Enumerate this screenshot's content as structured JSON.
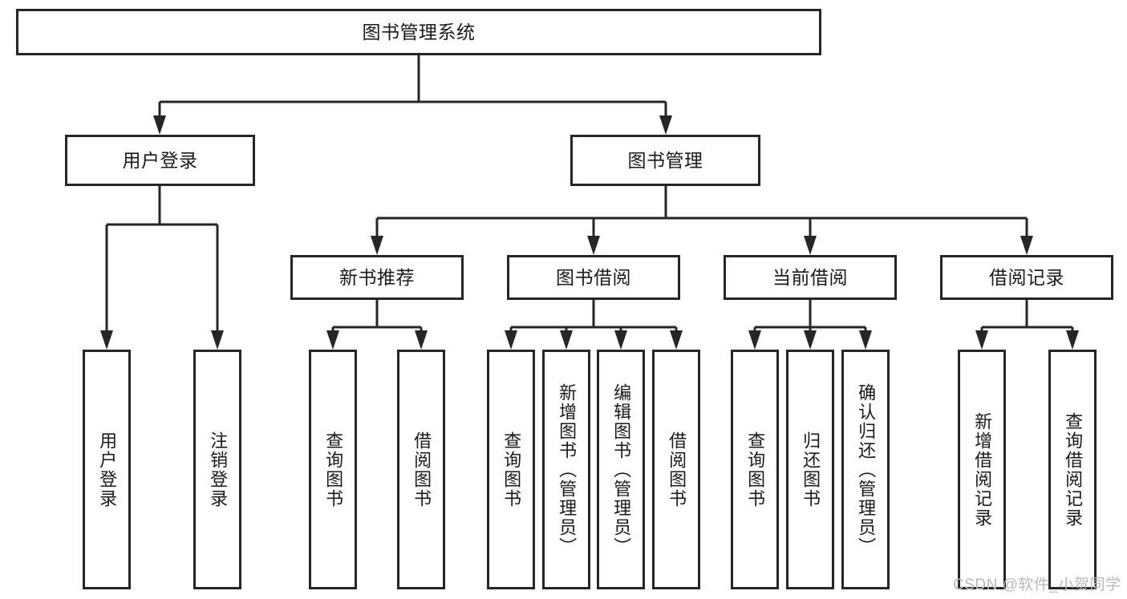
{
  "diagram": {
    "type": "tree",
    "title": "图书管理系统",
    "watermark": "CSDN @软件_小贺同学",
    "colors": {
      "stroke": "#262626",
      "fill": "#ffffff",
      "text": "#1a1a1a",
      "watermark": "#b9b9b9"
    },
    "nodes": {
      "root": {
        "label": "图书管理系统"
      },
      "level2": [
        {
          "label": "用户登录"
        },
        {
          "label": "图书管理"
        }
      ],
      "level3": [
        {
          "label": "新书推荐"
        },
        {
          "label": "图书借阅"
        },
        {
          "label": "当前借阅"
        },
        {
          "label": "借阅记录"
        }
      ],
      "leaves": [
        {
          "label": "用户登录"
        },
        {
          "label": "注销登录"
        },
        {
          "label": "查询图书"
        },
        {
          "label": "借阅图书"
        },
        {
          "label": "查询图书"
        },
        {
          "label": "新增图书（管理员）"
        },
        {
          "label": "编辑图书（管理员）"
        },
        {
          "label": "借阅图书"
        },
        {
          "label": "查询图书"
        },
        {
          "label": "归还图书"
        },
        {
          "label": "确认归还（管理员）"
        },
        {
          "label": "新增借阅记录"
        },
        {
          "label": "查询借阅记录"
        }
      ]
    },
    "edges": [
      {
        "from": "图书管理系统",
        "to": "用户登录"
      },
      {
        "from": "图书管理系统",
        "to": "图书管理"
      },
      {
        "from": "用户登录",
        "to": "用户登录"
      },
      {
        "from": "用户登录",
        "to": "注销登录"
      },
      {
        "from": "图书管理",
        "to": "新书推荐"
      },
      {
        "from": "图书管理",
        "to": "图书借阅"
      },
      {
        "from": "图书管理",
        "to": "当前借阅"
      },
      {
        "from": "图书管理",
        "to": "借阅记录"
      },
      {
        "from": "新书推荐",
        "to": "查询图书"
      },
      {
        "from": "新书推荐",
        "to": "借阅图书"
      },
      {
        "from": "图书借阅",
        "to": "查询图书"
      },
      {
        "from": "图书借阅",
        "to": "新增图书（管理员）"
      },
      {
        "from": "图书借阅",
        "to": "编辑图书（管理员）"
      },
      {
        "from": "图书借阅",
        "to": "借阅图书"
      },
      {
        "from": "当前借阅",
        "to": "查询图书"
      },
      {
        "from": "当前借阅",
        "to": "归还图书"
      },
      {
        "from": "当前借阅",
        "to": "确认归还（管理员）"
      },
      {
        "from": "借阅记录",
        "to": "新增借阅记录"
      },
      {
        "from": "借阅记录",
        "to": "查询借阅记录"
      }
    ]
  }
}
